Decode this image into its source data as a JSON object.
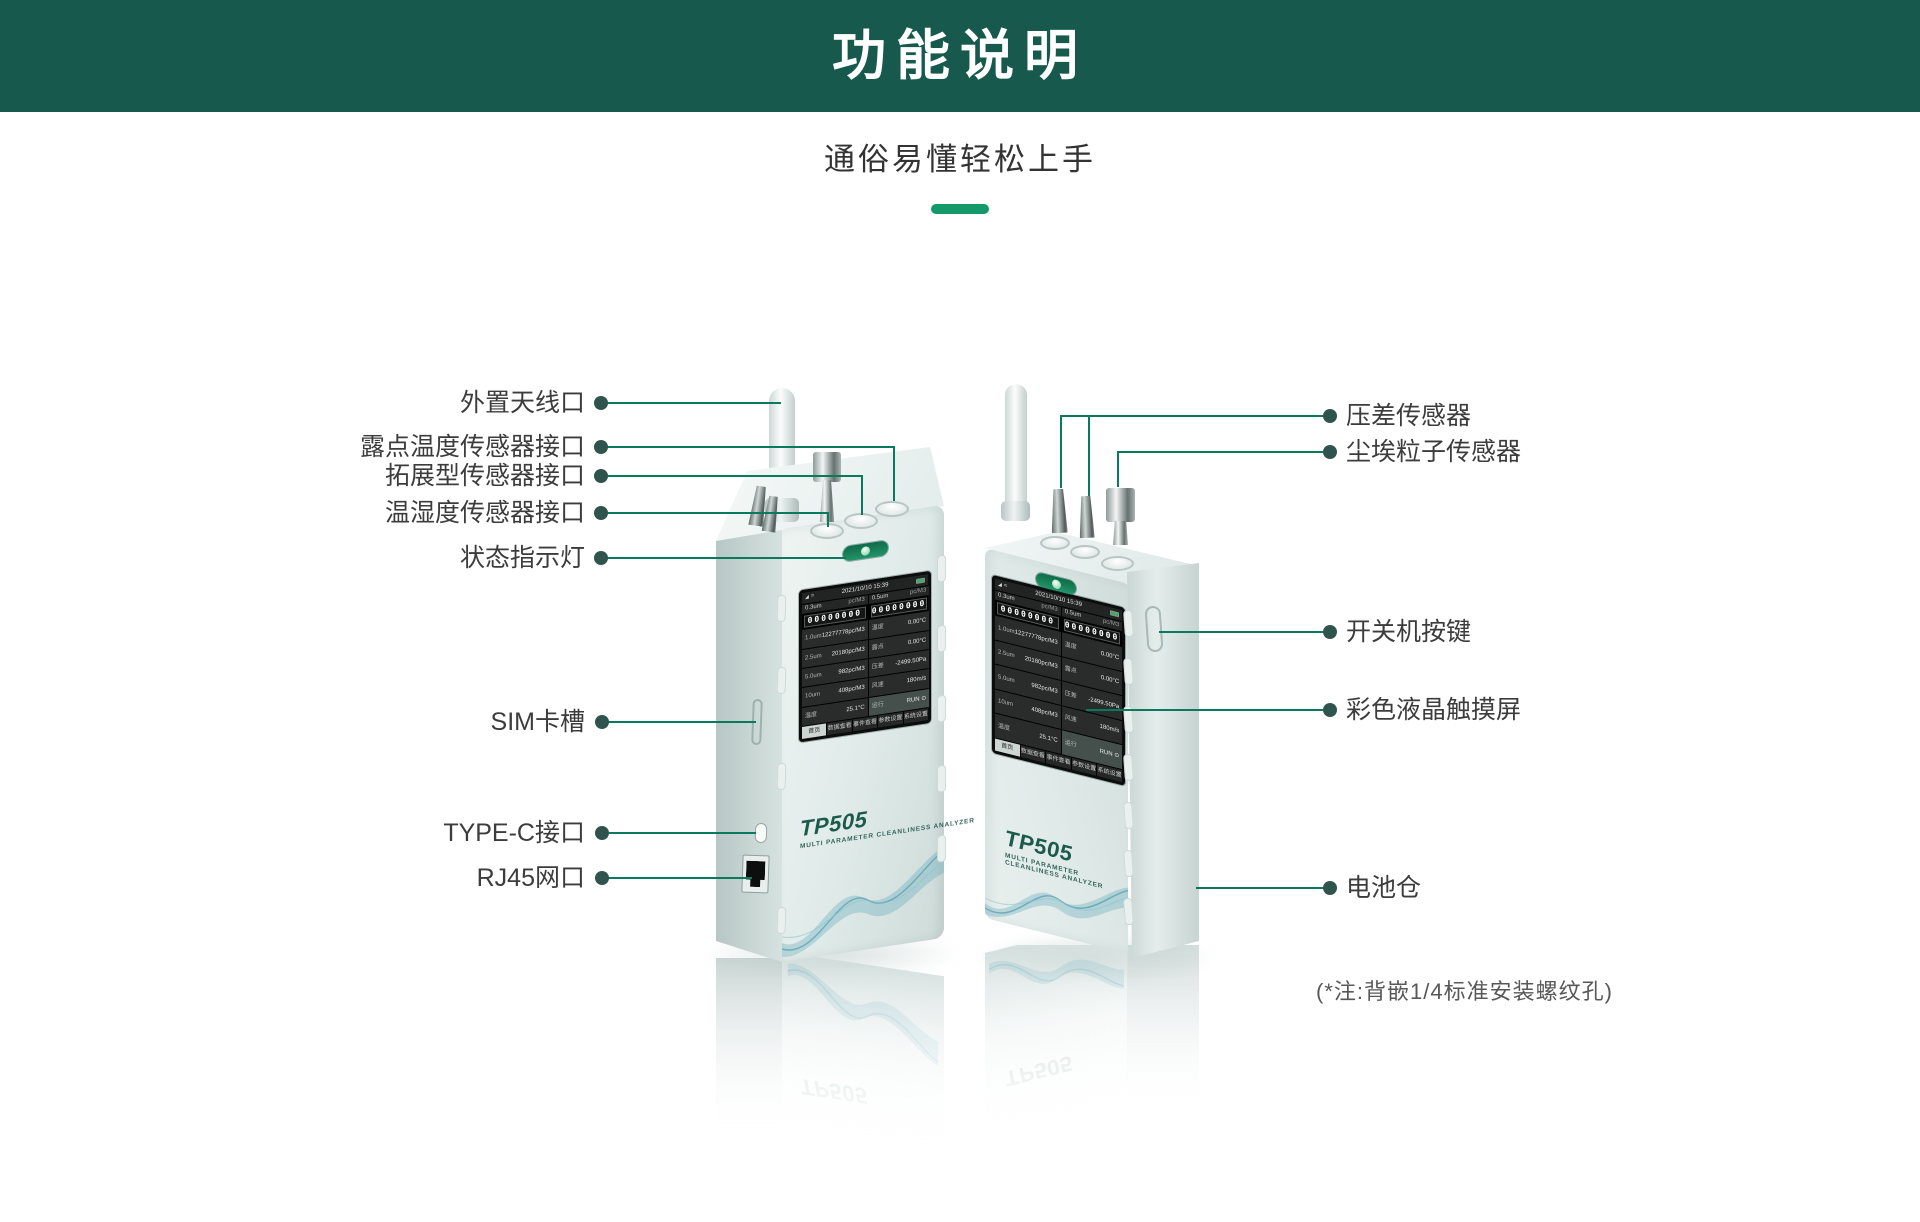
{
  "header": {
    "title": "功能说明"
  },
  "intro": {
    "subtitle": "通俗易懂轻松上手"
  },
  "callouts": {
    "left": [
      {
        "label": "外置天线口"
      },
      {
        "label": "露点温度传感器接口"
      },
      {
        "label": "拓展型传感器接口"
      },
      {
        "label": "温湿度传感器接口"
      },
      {
        "label": "状态指示灯"
      },
      {
        "label": "SIM卡槽"
      },
      {
        "label": "TYPE-C接口"
      },
      {
        "label": "RJ45网口"
      }
    ],
    "right": [
      {
        "label": "压差传感器"
      },
      {
        "label": "尘埃粒子传感器"
      },
      {
        "label": "开关机按键"
      },
      {
        "label": "彩色液晶触摸屏"
      },
      {
        "label": "电池仓"
      }
    ]
  },
  "footnote": {
    "text": "(*注:背嵌1/4标准安装螺纹孔)"
  },
  "device": {
    "model": "TP505",
    "tagline": "MULTI PARAMETER CLEANLINESS ANALYZER",
    "screen": {
      "status_bar": {
        "signal_icon": "◢",
        "wifi_icon": "≈",
        "date": "2021/10/10 15:39"
      },
      "left_col": {
        "channel": "0.3um",
        "unit": "pc/M3",
        "digits": "00000000",
        "rows": [
          {
            "label": "1.0um",
            "value": "12277778pc/M3"
          },
          {
            "label": "2.5um",
            "value": "20180pc/M3"
          },
          {
            "label": "5.0um",
            "value": "982pc/M3"
          },
          {
            "label": "10um",
            "value": "408pc/M3"
          },
          {
            "label": "温度",
            "value": "25.1°C"
          }
        ]
      },
      "right_col": {
        "channel": "0.5um",
        "unit": "pc/M3",
        "digits": "00000000",
        "power_icon": "⊙",
        "rows": [
          {
            "label": "温度",
            "value": "0.00°C"
          },
          {
            "label": "露点",
            "value": "0.00°C"
          },
          {
            "label": "压差",
            "value": "-2499.50Pa"
          },
          {
            "label": "风速",
            "value": "180m/s"
          },
          {
            "label": "运行",
            "value": "RUN"
          }
        ]
      },
      "menu": [
        "首页",
        "数据查看",
        "事件查看",
        "参数设置",
        "系统设置"
      ]
    }
  },
  "colors": {
    "header_bg": "#175a4d",
    "accent_dash": "#14996a",
    "callout_line": "#0a7a5f",
    "callout_dot": "#2f544d",
    "brand_green": "#1c5a4c"
  }
}
